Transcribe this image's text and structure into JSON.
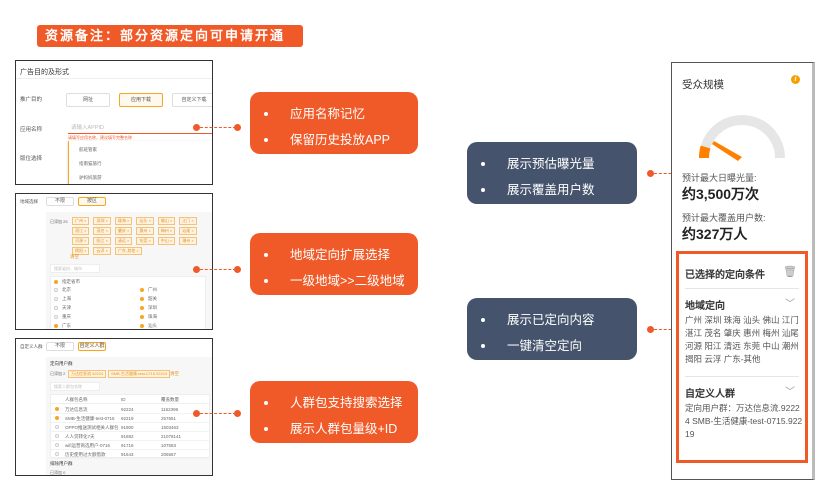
{
  "banner": {
    "text": "资源备注：部分资源定向可申请开通"
  },
  "screens": {
    "app": {
      "header": "广告目的及形式",
      "purpose_label": "推广目的",
      "purpose_options": [
        "网址",
        "应用下载",
        "自定义下载"
      ],
      "purpose_selected": "应用下载",
      "app_name_label": "应用名称",
      "app_name_placeholder": "请输入APPID",
      "error_text": "请填写应用名称，建议填写完整名称",
      "slot_label": "版位选择",
      "suggestions": [
        "航班管家",
        "指南猫旅行",
        "驴妈妈旅游"
      ]
    },
    "region": {
      "label": "地域选择",
      "options": [
        "不限",
        "按区"
      ],
      "selected_label": "已添加 25",
      "tags": [
        "广州",
        "深圳",
        "珠海",
        "汕头",
        "佛山",
        "江门",
        "湛江",
        "茂名",
        "肇庆",
        "惠州",
        "梅州",
        "汕尾",
        "河源",
        "阳江",
        "清远",
        "东莞",
        "中山",
        "潮州",
        "揭阳",
        "云浮",
        "广东-其他"
      ],
      "clear": "清空",
      "search_placeholder": "搜索省份、城市",
      "group_header": "指定省市",
      "provinces": [
        "北京",
        "上海",
        "天津",
        "重庆",
        "广东"
      ],
      "cities": [
        "广州",
        "韶关",
        "深圳",
        "珠海",
        "汕头"
      ]
    },
    "audience": {
      "label": "自定义人群",
      "options": [
        "不限",
        "自定义人群"
      ],
      "section": "定向用户群",
      "selected_label": "已添加 2",
      "tags": [
        "万达信息流 92224",
        "SMB-生活健康-test-0715.92219"
      ],
      "clear": "清空",
      "search_placeholder": "搜索人群包名称",
      "columns": [
        "人群包名称",
        "ID",
        "覆盖数量"
      ],
      "rows": [
        {
          "name": "万达信息流",
          "id": "92224",
          "count": "1162396",
          "checked": true
        },
        {
          "name": "SMB-生活健康-test-0715",
          "id": "92219",
          "count": "257651",
          "checked": true
        },
        {
          "name": "OPPO推送测试相关人群包",
          "id": "91900",
          "count": "1503463",
          "checked": false
        },
        {
          "name": "人人贷转化7天",
          "id": "91882",
          "count": "21078141",
          "checked": false
        },
        {
          "name": "wifi运营商选用户-0716",
          "id": "91716",
          "count": "107583",
          "checked": false
        },
        {
          "name": "历史使用过大额借款",
          "id": "91643",
          "count": "205567",
          "checked": false
        }
      ],
      "exclude_section": "排除用户群",
      "exclude_label": "已添加 0"
    }
  },
  "callouts": [
    {
      "items": [
        "应用名称记忆",
        "保留历史投放APP"
      ]
    },
    {
      "items": [
        "地域定向扩展选择",
        "一级地域>>二级地域"
      ]
    },
    {
      "items": [
        "人群包支持搜索选择",
        "展示人群包量级+ID"
      ]
    },
    {
      "items": [
        "展示预估曝光量",
        "展示覆盖用户数"
      ]
    },
    {
      "items": [
        "展示已定向内容",
        "一键清空定向"
      ]
    }
  ],
  "panel": {
    "title": "受众规模",
    "info_icon": "i",
    "exposure_label": "预计最大日曝光量:",
    "exposure_value": "约3,500万次",
    "users_label": "预计最大覆盖用户数:",
    "users_value": "约327万人",
    "selected_title": "已选择的定向条件",
    "region_title": "地域定向",
    "region_value": "广州 深圳 珠海 汕头 佛山 江门 湛江 茂名 肇庆 惠州 梅州 汕尾 河源 阳江 清远 东莞 中山 潮州 揭阳 云浮 广东-其他",
    "audience_title": "自定义人群",
    "audience_value": "定向用户群：万达信息流.92224 SMB-生活健康-test-0715.92219"
  },
  "colors": {
    "accent": "#f05a28",
    "slate": "#45546c",
    "gauge": "#ff8000"
  }
}
